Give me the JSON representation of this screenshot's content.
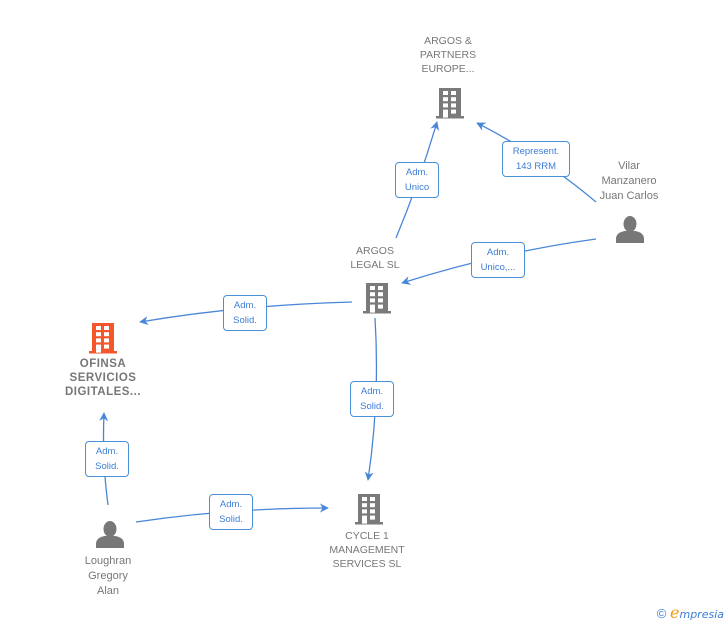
{
  "colors": {
    "edge": "#4a86d8",
    "company_icon": "#7a7a7a",
    "company_icon_highlight": "#f4572a",
    "person_icon": "#777777",
    "label_text": "#777777",
    "edge_label_text": "#3b7dd8"
  },
  "nodes": [
    {
      "id": "argos_partners",
      "type": "company",
      "label": "ARGOS &\nPARTNERS\nEUROPE...",
      "icon": "building-icon",
      "highlight": false
    },
    {
      "id": "vilar",
      "type": "person",
      "label": "Vilar\nManzanero\nJuan Carlos",
      "icon": "person-icon"
    },
    {
      "id": "argos_legal",
      "type": "company",
      "label": "ARGOS\nLEGAL SL",
      "icon": "building-icon",
      "highlight": false
    },
    {
      "id": "ofinsa",
      "type": "company",
      "label": "OFINSA\nSERVICIOS\nDIGITALES...",
      "icon": "building-icon",
      "highlight": true
    },
    {
      "id": "loughran",
      "type": "person",
      "label": "Loughran\nGregory\nAlan",
      "icon": "person-icon"
    },
    {
      "id": "cycle1",
      "type": "company",
      "label": "CYCLE 1\nMANAGEMENT\nSERVICES  SL",
      "icon": "building-icon",
      "highlight": false
    }
  ],
  "edges": [
    {
      "from": "argos_legal",
      "to": "argos_partners",
      "label": "Adm.\nUnico"
    },
    {
      "from": "vilar",
      "to": "argos_partners",
      "label": "Represent.\n143 RRM"
    },
    {
      "from": "vilar",
      "to": "argos_legal",
      "label": "Adm.\nUnico,..."
    },
    {
      "from": "argos_legal",
      "to": "ofinsa",
      "label": "Adm.\nSolid."
    },
    {
      "from": "argos_legal",
      "to": "cycle1",
      "label": "Adm.\nSolid."
    },
    {
      "from": "loughran",
      "to": "ofinsa",
      "label": "Adm.\nSolid."
    },
    {
      "from": "loughran",
      "to": "cycle1",
      "label": "Adm.\nSolid."
    }
  ],
  "footer": {
    "copyright": "©",
    "brand_initial": "e",
    "brand_rest": "mpresia"
  }
}
